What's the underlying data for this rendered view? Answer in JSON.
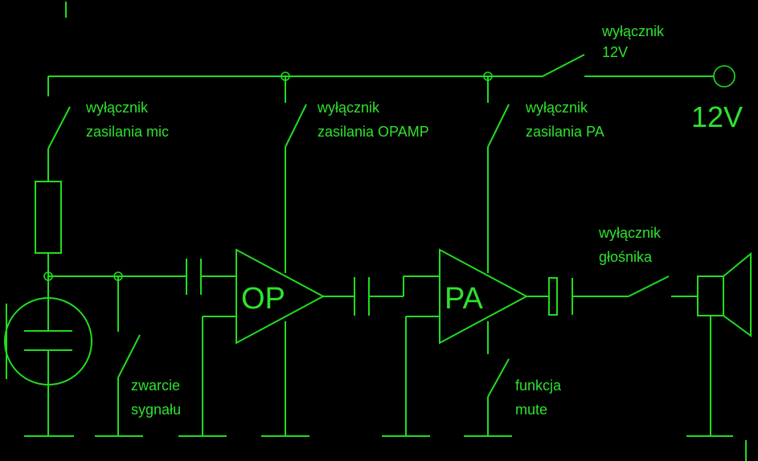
{
  "labels": {
    "sw_12v_l1": "wyłącznik",
    "sw_12v_l2": "12V",
    "supply": "12V",
    "sw_mic_l1": "wyłącznik",
    "sw_mic_l2": "zasilania mic",
    "sw_opamp_l1": "wyłącznik",
    "sw_opamp_l2": "zasilania OPAMP",
    "sw_pa_l1": "wyłącznik",
    "sw_pa_l2": "zasilania PA",
    "sw_spk_l1": "wyłącznik",
    "sw_spk_l2": "głośnika",
    "short_l1": "zwarcie",
    "short_l2": "sygnału",
    "mute_l1": "funkcja",
    "mute_l2": "mute",
    "op": "OP",
    "pa": "PA"
  },
  "colors": {
    "line": "#20dd20",
    "text": "#2ee22e",
    "background": "#000000"
  }
}
